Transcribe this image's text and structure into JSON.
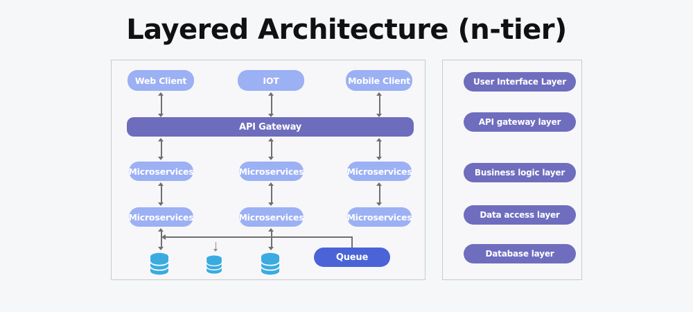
{
  "page": {
    "title": "Layered Architecture (n-tier)",
    "background": "#f6f7f9"
  },
  "colors": {
    "client_box": "#9cb0f4",
    "gateway_bar": "#6d6cbd",
    "queue_box": "#4a63d6",
    "layer_box": "#6f6dbe",
    "database_cylinder": "#3aabe0",
    "arrow": "#6e6e73",
    "panel_background": "#f7f7fa",
    "panel_border": "#c9c9cf",
    "title_text": "#111114"
  },
  "diagram": {
    "clients": [
      {
        "label": "Web Client",
        "icon": "rounded-box"
      },
      {
        "label": "IOT",
        "icon": "rounded-box"
      },
      {
        "label": "Mobile Client",
        "icon": "rounded-box"
      }
    ],
    "gateway": {
      "label": "API Gateway"
    },
    "microservices_row_1": [
      {
        "label": "Microservices"
      },
      {
        "label": "Microservices"
      },
      {
        "label": "Microservices"
      }
    ],
    "microservices_row_2": [
      {
        "label": "Microservices"
      },
      {
        "label": "Microservices"
      },
      {
        "label": "Microservices"
      }
    ],
    "queue": {
      "label": "Queue"
    },
    "databases": [
      {
        "icon": "database-cylinder"
      },
      {
        "icon": "database-cylinder"
      },
      {
        "icon": "database-cylinder"
      }
    ]
  },
  "layers": {
    "items": [
      {
        "label": "User Interface Layer"
      },
      {
        "label": "API gateway layer"
      },
      {
        "label": "Business logic layer"
      },
      {
        "label": "Data access layer"
      },
      {
        "label": "Database layer"
      }
    ]
  }
}
